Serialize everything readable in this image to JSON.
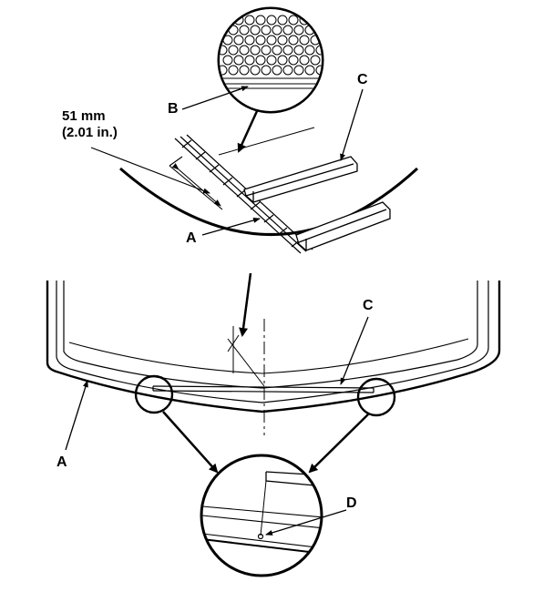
{
  "labels": {
    "b": "B",
    "c_top": "C",
    "a_top": "A",
    "c_mid": "C",
    "a_left": "A",
    "d": "D"
  },
  "dimension": {
    "metric": "51 mm",
    "imperial": "(2.01 in.)"
  },
  "colors": {
    "line": "#000000",
    "background": "#ffffff"
  }
}
